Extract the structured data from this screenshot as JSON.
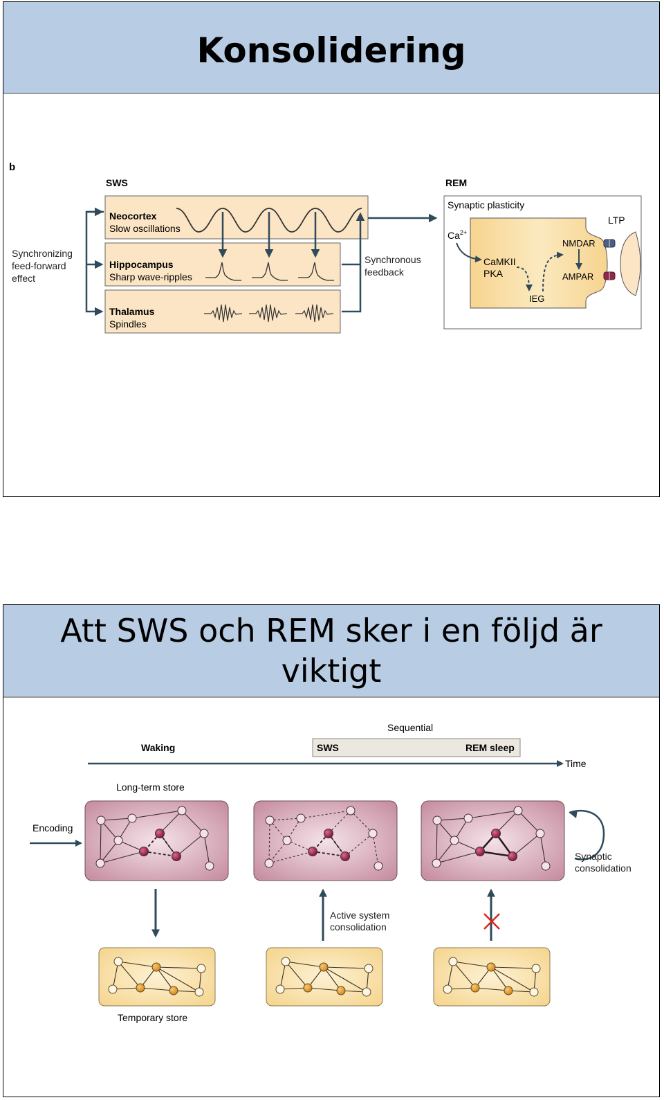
{
  "slide1": {
    "title": "Konsolidering",
    "panel_letter": "b",
    "sws_label": "SWS",
    "rem_label": "REM",
    "feedforward": [
      "Synchronizing",
      "feed-forward",
      "effect"
    ],
    "neocortex": {
      "name": "Neocortex",
      "desc": "Slow oscillations"
    },
    "hippocampus": {
      "name": "Hippocampus",
      "desc": "Sharp wave-ripples"
    },
    "thalamus": {
      "name": "Thalamus",
      "desc": "Spindles"
    },
    "feedback": [
      "Synchronous",
      "feedback"
    ],
    "rem_box": {
      "title": "Synaptic plasticity",
      "ca": "Ca",
      "ca_sup": "2+",
      "camkii": "CaMKII",
      "pka": "PKA",
      "ieg": "IEG",
      "nmdar": "NMDAR",
      "ampar": "AMPAR",
      "ltp": "LTP"
    }
  },
  "slide2": {
    "title_line1": "Att SWS och REM sker i en följd är",
    "title_line2": "viktigt",
    "sequential": "Sequential",
    "waking": "Waking",
    "sws": "SWS",
    "rem_sleep": "REM sleep",
    "time": "Time",
    "long_term_store": "Long-term store",
    "encoding": "Encoding",
    "synaptic_consolidation": [
      "Synaptic",
      "consolidation"
    ],
    "active_system_consolidation": [
      "Active system",
      "consolidation"
    ],
    "temporary_store": "Temporary store",
    "colors": {
      "pink_panel": "#c98ea2",
      "yellow_panel": "#f8dc97",
      "red_node": "#8b1f45",
      "orange_node": "#e39a26",
      "arrow": "#2f4a5a",
      "cross": "#d9261c"
    }
  }
}
